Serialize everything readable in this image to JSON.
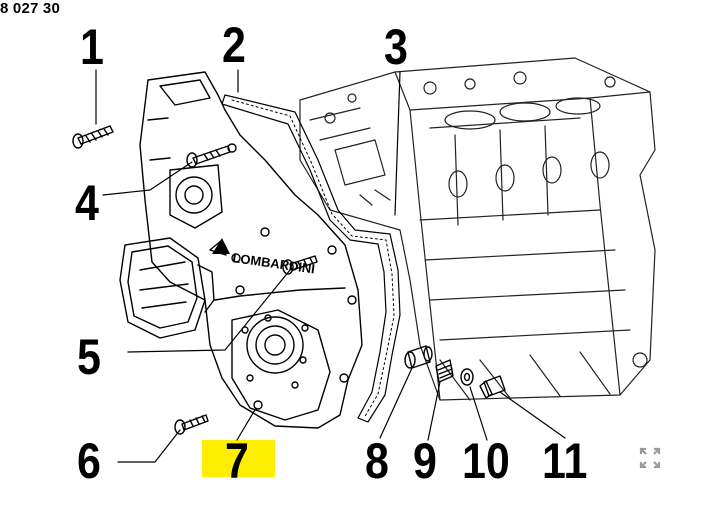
{
  "reference_code": "8 027 30",
  "callouts": [
    {
      "id": "1",
      "label": "1"
    },
    {
      "id": "2",
      "label": "2"
    },
    {
      "id": "3",
      "label": "3"
    },
    {
      "id": "4",
      "label": "4"
    },
    {
      "id": "5",
      "label": "5"
    },
    {
      "id": "6",
      "label": "6"
    },
    {
      "id": "7",
      "label": "7"
    },
    {
      "id": "8",
      "label": "8"
    },
    {
      "id": "9",
      "label": "9"
    },
    {
      "id": "10",
      "label": "10"
    },
    {
      "id": "11",
      "label": "11"
    }
  ],
  "cover_brand": "LOMBARDINI",
  "highlighted_callout": "7",
  "colors": {
    "highlight": "#ffee00",
    "line": "#000000",
    "icon": "#9a9a9a"
  },
  "icons": {
    "expand": "expand-icon"
  }
}
